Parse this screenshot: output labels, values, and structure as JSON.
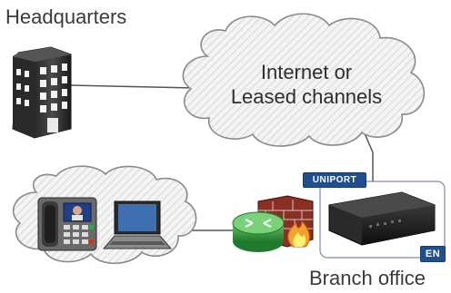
{
  "labels": {
    "headquarters": "Headquarters",
    "cloud_line1": "Internet or",
    "cloud_line2": "Leased channels",
    "branch_office": "Branch office"
  },
  "badges": {
    "brand": "UNIPORT",
    "model": "EN"
  },
  "icons": [
    "building-icon",
    "internet-cloud-icon",
    "local-network-cloud-icon",
    "ip-phone-icon",
    "laptop-icon",
    "router-icon",
    "firewall-icon",
    "uniport-device-icon"
  ],
  "colors": {
    "badge_blue": "#1f4f8f",
    "router_green": "#2e9a3c",
    "firewall_red": "#a83a2a",
    "device_black": "#1c1c1c"
  }
}
